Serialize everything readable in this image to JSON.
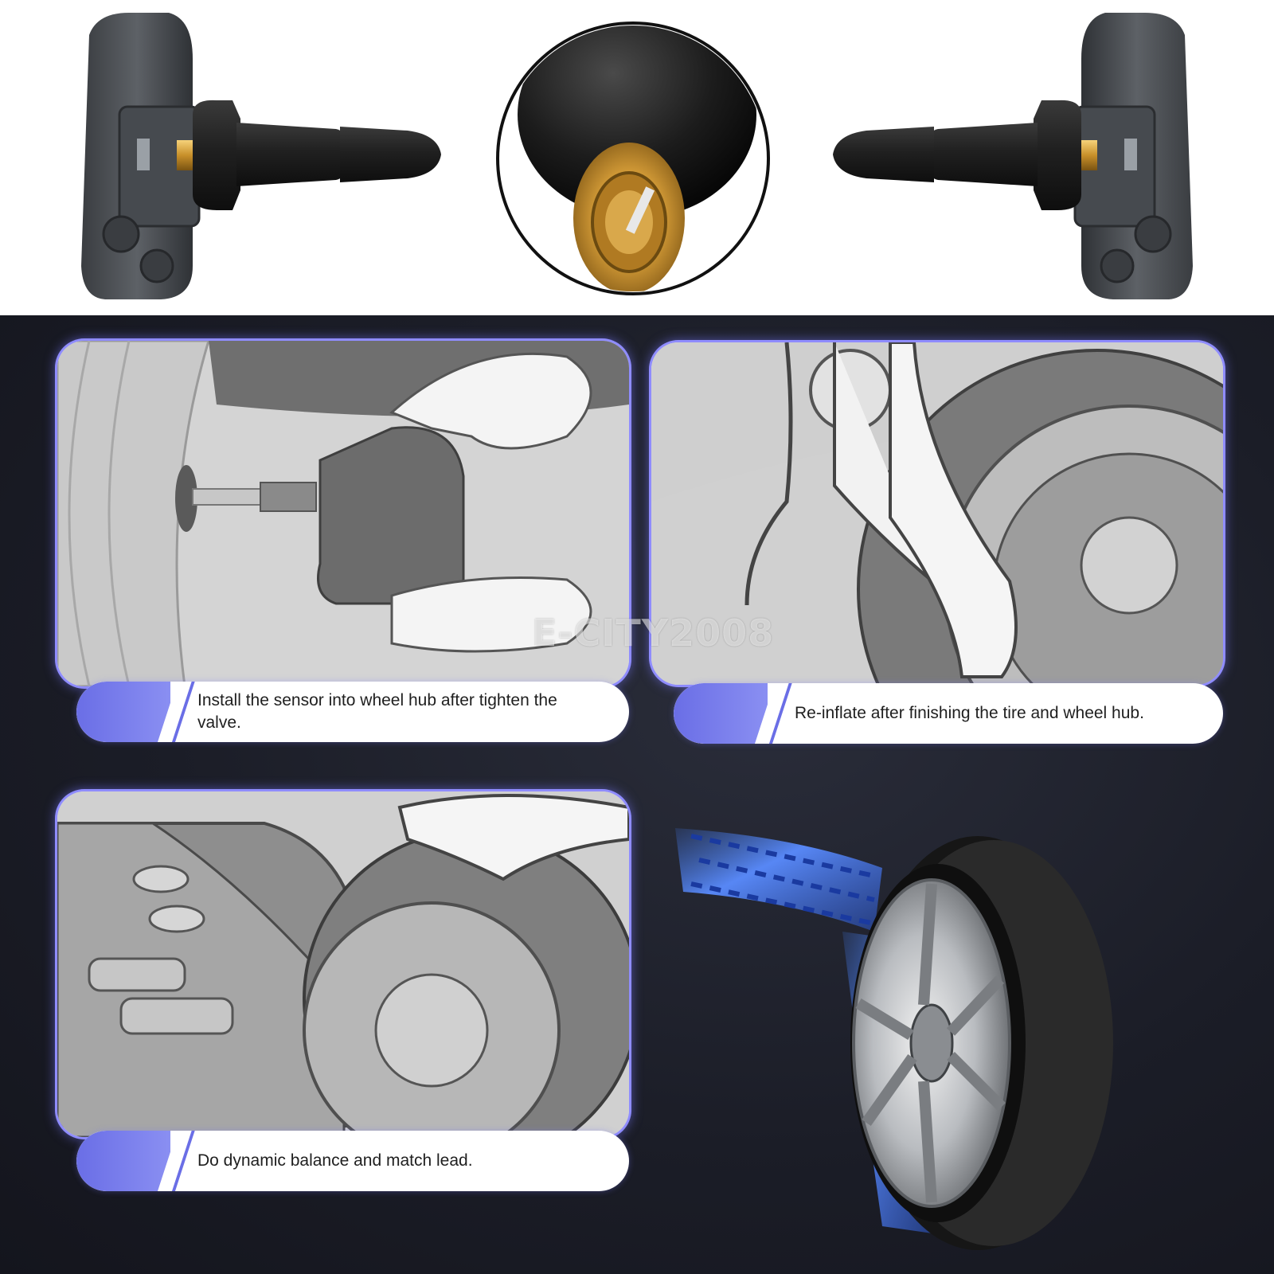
{
  "steps": [
    {
      "caption": "Install the sensor into wheel hub after  tighten the valve."
    },
    {
      "caption": "Re-inflate after finishing the tire and wheel hub."
    },
    {
      "caption": "Do dynamic balance and match lead."
    }
  ],
  "watermark": "E-CITY2008",
  "colors": {
    "accent": "#7b7ff0",
    "background": "#1d1f29",
    "panel_glow": "#8f8cff"
  }
}
